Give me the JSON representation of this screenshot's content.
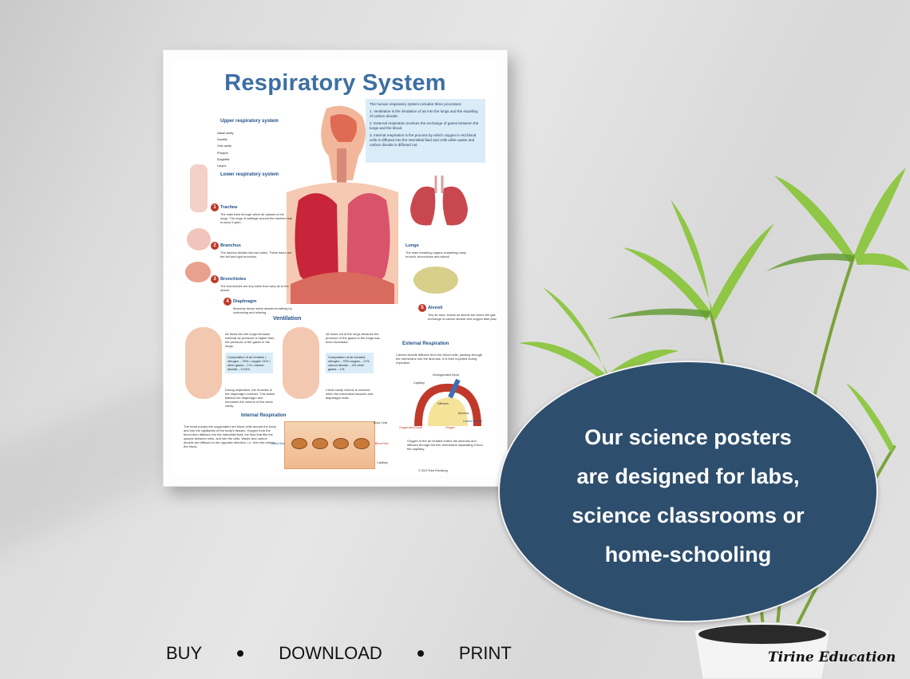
{
  "poster": {
    "title": "Respiratory System",
    "intro": [
      "The human respiratory system includes three processes:",
      "1. Ventilation is the inhalation of air into the lungs and the expelling of carbon dioxide.",
      "2. External respiration involves the exchange of gases between the lungs and the blood.",
      "3. Internal respiration is the process by which oxygen in red blood cells is diffused into the interstitial fluid and cells while waste and carbon dioxide is diffused out."
    ],
    "upper_heading": "Upper respiratory system",
    "upper_labels": [
      "Nasal cavity",
      "Nostrils",
      "Oral cavity",
      "Pharynx",
      "Epiglottis",
      "Larynx"
    ],
    "lower_heading": "Lower respiratory system",
    "items": [
      {
        "num": "1",
        "name": "Trachea",
        "desc": "The main tube through which air passes to the lungs. The rings of cartilage around the trachea help to keep it open."
      },
      {
        "num": "2",
        "name": "Branchus",
        "desc": "The trachea divides into two tubes. These tubes are the left and right bronchus."
      },
      {
        "num": "3",
        "name": "Bronchioles",
        "desc": "The bronchioles are tiny tubes that carry air to the alveoli."
      },
      {
        "num": "4",
        "name": "Diaphragm",
        "desc": "Muscular tissue which assists breathing by contracting and relaxing."
      },
      {
        "num": "5",
        "name": "Alveoli",
        "desc": "Tiny air sacs, known as alveoli are where the gas exchange of carbon dioxide and oxygen take place."
      }
    ],
    "lungs_name": "Lungs",
    "lungs_desc": "The main breathing organs containing many bronchi, bronchioles and alveoli.",
    "ventilation_heading": "Ventilation",
    "inhale_text": "Air flows into the lungs because external air pressure is higher than the pressure of the gases in the lungs.",
    "exhale_text": "Air flows out of the lungs because the pressure of the gases in the lungs has been increased.",
    "inhaled_box": "Composition of air inhaled: • nitrogen – 78% • oxygen 21% • other gases – 1% • carbon dioxide – 0.04%.",
    "exhaled_box": "Composition of air exhaled: nitrogen – 78% oxygen – 17% carbon dioxide – 4% other gases – 1%.",
    "inhale_note": "During inspiration, the muscles in the diaphragm contract. This action flattens the diaphragm and increases the volume of the chest cavity.",
    "exhale_note": "Chest cavity volume is reduced when the intercostal muscles and diaphragm relax.",
    "external_heading": "External Respiration",
    "external_text": "Carbon dioxide diffuses from the blood cells, passing through the membrane into the alveolus. It is then expelled during expiration.",
    "external_labels": [
      "Deoxygenated blood",
      "Capillary",
      "Diffusion",
      "Alveolus",
      "Carbon dioxide",
      "Oxygenated blood",
      "Oxygen"
    ],
    "external_note": "Oxygen in the air inhaled enters the alveolus and diffuses through the thin membrane separating it from the capillary.",
    "internal_heading": "Internal Respiration",
    "internal_text": "The heart pumps the oxygenated red blood cells around the body and into the capillaries of the body's tissues. Oxygen from the blood then diffuses into the interstitial fluid, the fluid that fills the spaces between cells, and into the cells. Waste and carbon dioxide are diffused in the opposite direction, i.e. from the cells to the blood.",
    "internal_labels": [
      "Body Cells",
      "Blood flow",
      "Blood flow",
      "Capillary"
    ],
    "copyright": "© 2023 Tirine Publishing"
  },
  "callout": {
    "lines": [
      "Our science posters",
      "are designed for labs,",
      "science classrooms or",
      "home-schooling"
    ],
    "bg_color": "#2d4e6d"
  },
  "footer": {
    "items": [
      "BUY",
      "DOWNLOAD",
      "PRINT"
    ]
  },
  "brand": "Tirine Education"
}
